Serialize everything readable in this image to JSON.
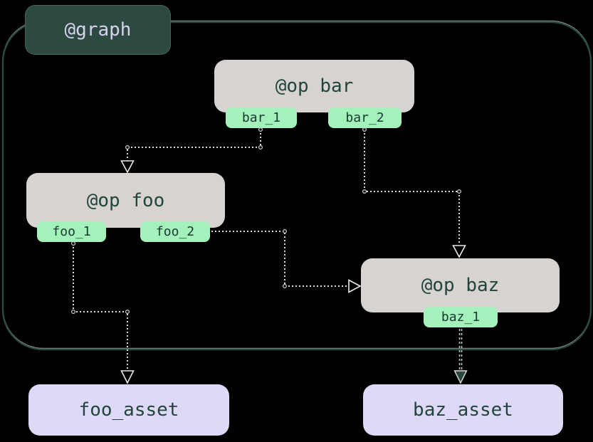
{
  "graph": {
    "label": "@graph"
  },
  "ops": [
    {
      "label": "@op bar",
      "outputs": [
        {
          "label": "bar_1"
        },
        {
          "label": "bar_2"
        }
      ]
    },
    {
      "label": "@op foo",
      "outputs": [
        {
          "label": "foo_1"
        },
        {
          "label": "foo_2"
        }
      ]
    },
    {
      "label": "@op baz",
      "outputs": [
        {
          "label": "baz_1"
        }
      ]
    }
  ],
  "assets": [
    {
      "label": "foo_asset"
    },
    {
      "label": "baz_asset"
    }
  ],
  "edges": [
    {
      "from": "bar_1",
      "to": "@op foo"
    },
    {
      "from": "bar_2",
      "to": "@op baz"
    },
    {
      "from": "foo_2",
      "to": "@op baz"
    },
    {
      "from": "foo_1",
      "to": "foo_asset"
    },
    {
      "from": "baz_1",
      "to": "baz_asset"
    }
  ],
  "colors": {
    "bg": "#000000",
    "teal": "#2d4a42",
    "teal-deep": "#21453b",
    "lavender-text": "#d7d3ef",
    "op-fill": "#d6d3d1",
    "tag-fill": "#a4f1bb",
    "tag-text": "#15392e",
    "asset-fill": "#ded9f6",
    "edge-dot": "#d9d9d9"
  }
}
